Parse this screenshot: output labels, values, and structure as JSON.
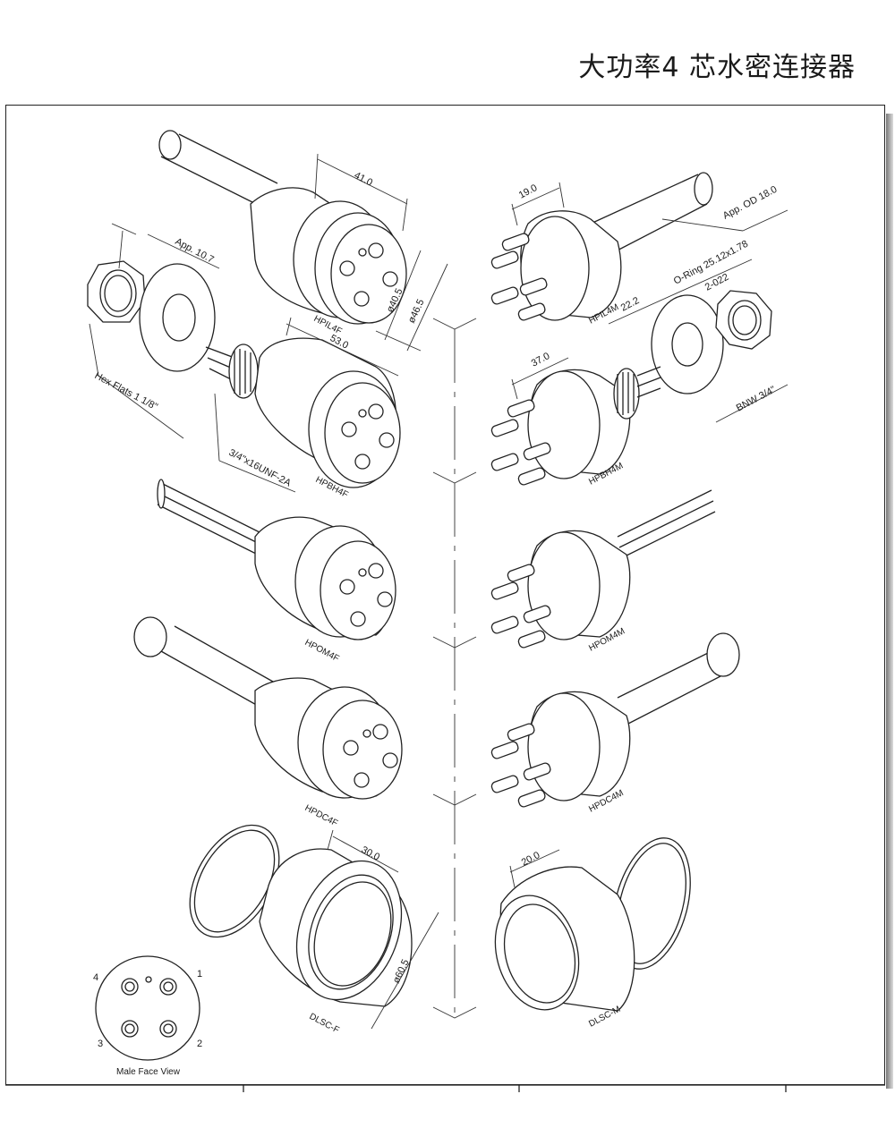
{
  "title": "大功率4 芯水密连接器",
  "parts": {
    "hpil4f": "HPIL4F",
    "hpbh4f": "HPBH4F",
    "hpom4f": "HPOM4F",
    "hpdc4f": "HPDC4F",
    "dlscf": "DLSC-F",
    "hpil4m": "HPIL4M",
    "hpbh4m": "HPBH4M",
    "hpom4m": "HPOM4M",
    "hpdc4m": "HPDC4M",
    "dlscm": "DLSC-M"
  },
  "dimensions": {
    "d41": "41.0",
    "d405": "ø40.5",
    "d465": "ø46.5",
    "app107": "App. 10.7",
    "hexflats": "Hex Flats 1 1/8\"",
    "d530": "53.0",
    "thread": "3/4\"x16UNF-2A",
    "d190": "19.0",
    "appod": "App. OD 18.0",
    "oring": "O-Ring 25.12x1.78",
    "oring2": "2-022",
    "d222": "22.2",
    "d370": "37.0",
    "bnw": "BNW 3/4\"",
    "d300": "30.0",
    "d605": "ø60.5",
    "d200": "20.0"
  },
  "face_view": {
    "label": "Male Face View",
    "pins": [
      "1",
      "2",
      "3",
      "4"
    ]
  }
}
